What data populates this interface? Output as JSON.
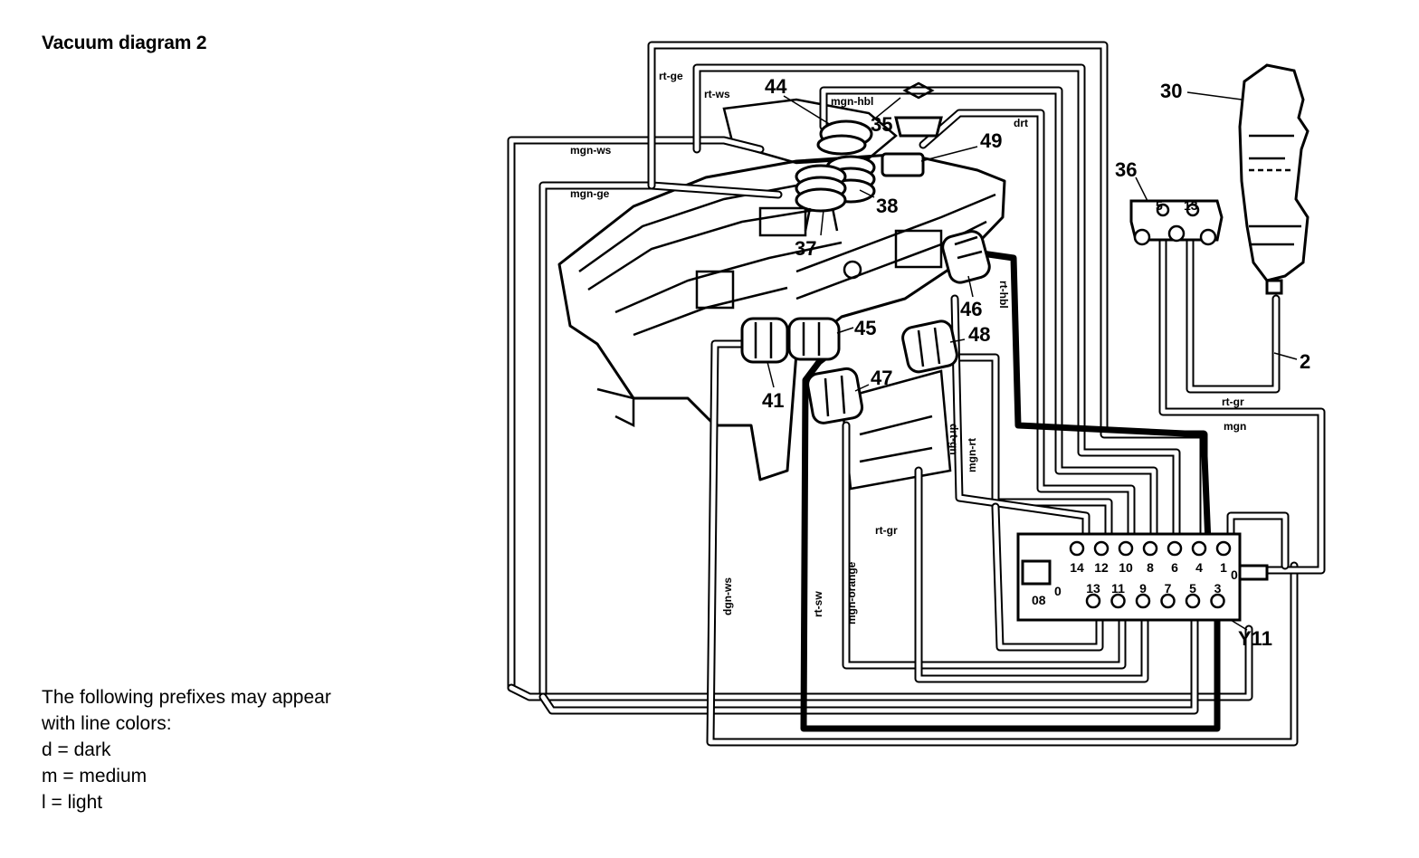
{
  "title": "Vacuum diagram 2",
  "legend": {
    "intro_1": "The following prefixes may appear",
    "intro_2": "with line colors:",
    "d": "d = dark",
    "m": "m = medium",
    "l": "l = light"
  },
  "hose_labels": {
    "rt_ge": "rt-ge",
    "rt_ws": "rt-ws",
    "mgn_hbl": "mgn-hbl",
    "drt": "drt",
    "mgn_ws": "mgn-ws",
    "mgn_ge": "mgn-ge",
    "rt_hbl": "rt-hbl",
    "rt_gr_top": "rt-gr",
    "mgn": "mgn",
    "drt_gn": "drt-gn",
    "mgn_rt": "mgn-rt",
    "rt_gr_bottom": "rt-gr",
    "dgn_ws": "dgn-ws",
    "rt_sw": "rt-sw",
    "mgn_orange": "mgn-orange"
  },
  "components": {
    "c30": "30",
    "c36": "36",
    "c2": "2",
    "c44": "44",
    "c35": "35",
    "c49": "49",
    "c38": "38",
    "c37": "37",
    "c46": "46",
    "c45": "45",
    "c48": "48",
    "c47": "47",
    "c41": "41",
    "y11": "Y11"
  },
  "switch_36_ports": {
    "p5": "5",
    "p13": "13"
  },
  "y11_ports_top": [
    "14",
    "12",
    "10",
    "8",
    "6",
    "4",
    "1"
  ],
  "y11_ports_bottom": [
    "13",
    "11",
    "9",
    "7",
    "5",
    "3"
  ],
  "y11_ports_side": {
    "left": "0",
    "right": "0"
  },
  "y11_mark": "08"
}
